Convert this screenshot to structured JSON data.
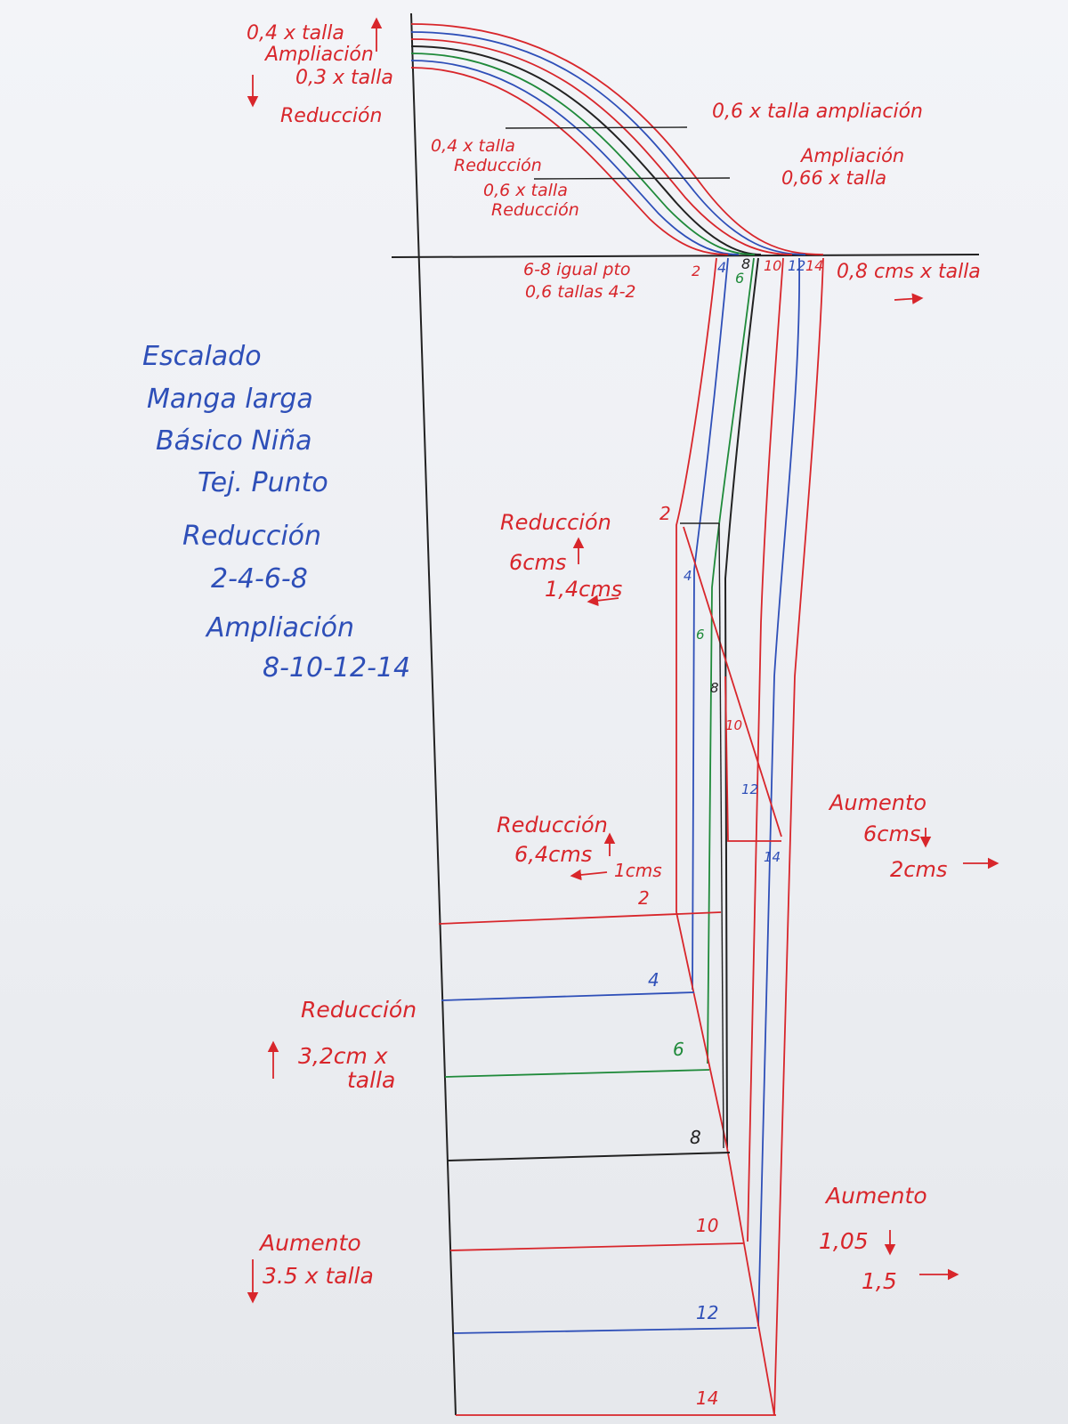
{
  "colors": {
    "red": "#d8262b",
    "blue": "#2e4fb8",
    "green": "#1f8a3a",
    "black": "#222222",
    "paper": "#f1f2f6"
  },
  "title": {
    "lines": [
      "Escalado",
      "Manga larga",
      "Básico Niña",
      "Tej. Punto",
      "Reducción",
      "2-4-6-8",
      "Ampliación",
      "8-10-12-14"
    ]
  },
  "top_left": {
    "l1": "0,4 x talla",
    "l2": "Ampliación",
    "l3": "0,3 x talla",
    "l4": "Reducción"
  },
  "cap_right": "0,6 x talla ampliación",
  "cap_mid1": [
    "0,4 x talla",
    "Reducción"
  ],
  "cap_mid2": [
    "0,6 x talla",
    "Reducción"
  ],
  "cap_right2": [
    "Ampliación",
    "0,66 x talla"
  ],
  "underarm": {
    "l1": "6-8 igual pto",
    "l2": "0,6 tallas 4-2",
    "right": "0,8 cms x talla"
  },
  "size_marks_top": [
    "2",
    "4",
    "6",
    "8",
    "10",
    "12",
    "14"
  ],
  "elbow_left": [
    "Reducción",
    "6cms",
    "1,4cms"
  ],
  "elbow_sizes": [
    "2",
    "4",
    "6",
    "8",
    "10",
    "12",
    "14"
  ],
  "elbow_right": [
    "Aumento",
    "6cms",
    "2cms"
  ],
  "wrist_note": [
    "Reducción",
    "6,4cms",
    "1cms"
  ],
  "hem_sizes": [
    "2",
    "4",
    "6",
    "8",
    "10",
    "12",
    "14"
  ],
  "left_reduc": [
    "Reducción",
    "3,2cm x",
    "talla"
  ],
  "left_aum": [
    "Aumento",
    "3.5 x talla"
  ],
  "right_aum": [
    "Aumento",
    "1,05",
    "1,5"
  ]
}
